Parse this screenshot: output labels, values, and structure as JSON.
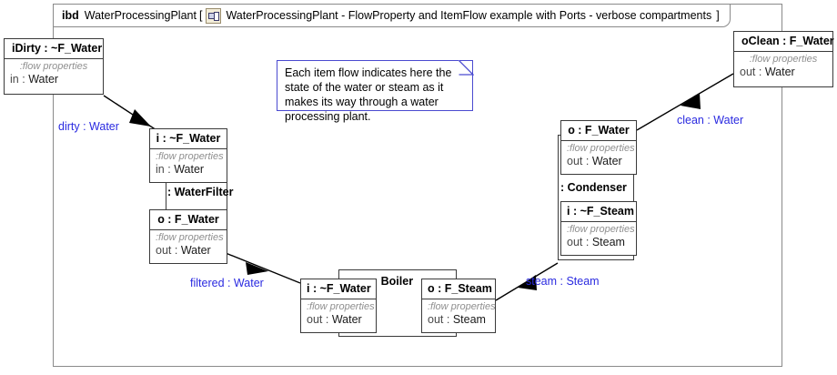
{
  "diagram": {
    "kind": "ibd",
    "name": "WaterProcessingPlant",
    "bracket_open": "[",
    "bracket_close": "]",
    "icon": "block-definition-icon",
    "label": "WaterProcessingPlant - FlowProperty and ItemFlow example with Ports - verbose compartments",
    "frame_color": "#8a8a8a"
  },
  "note": {
    "text": "Each item flow indicates here the state of the water or steam as it makes its way through a water processing plant.",
    "border_color": "#4a4ad0"
  },
  "ports": {
    "iDirty": {
      "title": "iDirty : ~F_Water",
      "compartment_header": ":flow properties",
      "direction": "in",
      "separator": ":",
      "type": "Water"
    },
    "oClean": {
      "title": "oClean : F_Water",
      "compartment_header": ":flow properties",
      "direction": "out",
      "separator": ":",
      "type": "Water"
    },
    "filter_in": {
      "title": "i : ~F_Water",
      "compartment_header": ":flow properties",
      "direction": "in",
      "separator": ":",
      "type": "Water"
    },
    "filter_out": {
      "title": "o : F_Water",
      "compartment_header": ":flow properties",
      "direction": "out",
      "separator": ":",
      "type": "Water"
    },
    "boiler_in": {
      "title": "i : ~F_Water",
      "compartment_header": ":flow properties",
      "direction": "out",
      "separator": ":",
      "type": "Water"
    },
    "boiler_out": {
      "title": "o : F_Steam",
      "compartment_header": ":flow properties",
      "direction": "out",
      "separator": ":",
      "type": "Steam"
    },
    "condenser_out": {
      "title": "o : F_Water",
      "compartment_header": ":flow properties",
      "direction": "out",
      "separator": ":",
      "type": "Water"
    },
    "condenser_in": {
      "title": "i : ~F_Steam",
      "compartment_header": ":flow properties",
      "direction": "out",
      "separator": ":",
      "type": "Steam"
    }
  },
  "parts": {
    "water_filter": {
      "label": ": WaterFilter"
    },
    "boiler": {
      "label": ": Boiler"
    },
    "condenser": {
      "label": ": Condenser"
    }
  },
  "connectors": {
    "dirty": {
      "label": "dirty : Water",
      "color": "#2a2ae0"
    },
    "filtered": {
      "label": "filtered : Water",
      "color": "#2a2ae0"
    },
    "steam": {
      "label": "steam : Steam",
      "color": "#2a2ae0"
    },
    "clean": {
      "label": "clean : Water",
      "color": "#2a2ae0"
    }
  }
}
